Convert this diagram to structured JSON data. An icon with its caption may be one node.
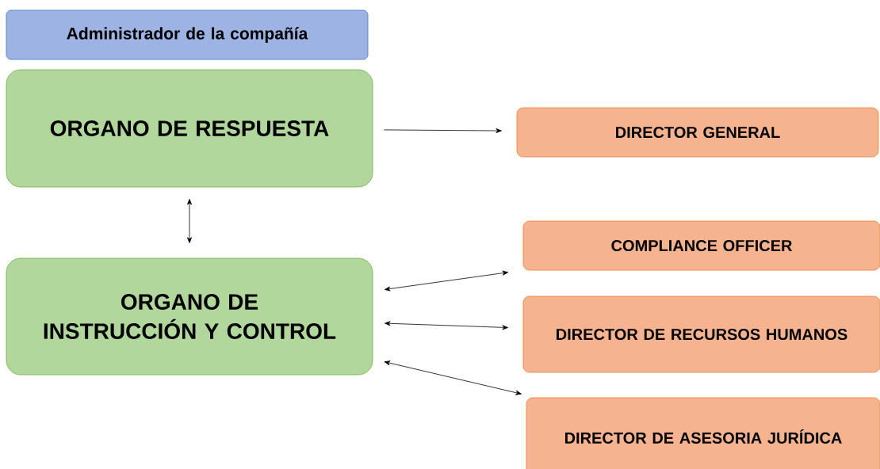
{
  "diagram": {
    "nodes": [
      {
        "text": [
          "Administrador de la compañía"
        ]
      },
      {
        "text": [
          "ORGANO DE RESPUESTA"
        ]
      },
      {
        "text": [
          "ORGANO DE INSTRUCCIÓN Y CONTROL"
        ]
      },
      {
        "text": [
          "DIRECTOR GENERAL"
        ]
      },
      {
        "text": [
          "COMPLIANCE OFFICER"
        ]
      },
      {
        "text": [
          "DIRECTOR DE RECURSOS HUMANOS"
        ]
      },
      {
        "text": [
          "DIRECTOR DE ASESORIA JURÍDICA"
        ]
      }
    ],
    "edges": [
      {
        "from": 1,
        "to": 3,
        "arrow": "to"
      },
      {
        "from": 1,
        "to": 2,
        "arrow": "both"
      },
      {
        "from": 2,
        "to": 4,
        "arrow": "both"
      },
      {
        "from": 2,
        "to": 5,
        "arrow": "both"
      },
      {
        "from": 2,
        "to": 6,
        "arrow": "both"
      }
    ]
  }
}
